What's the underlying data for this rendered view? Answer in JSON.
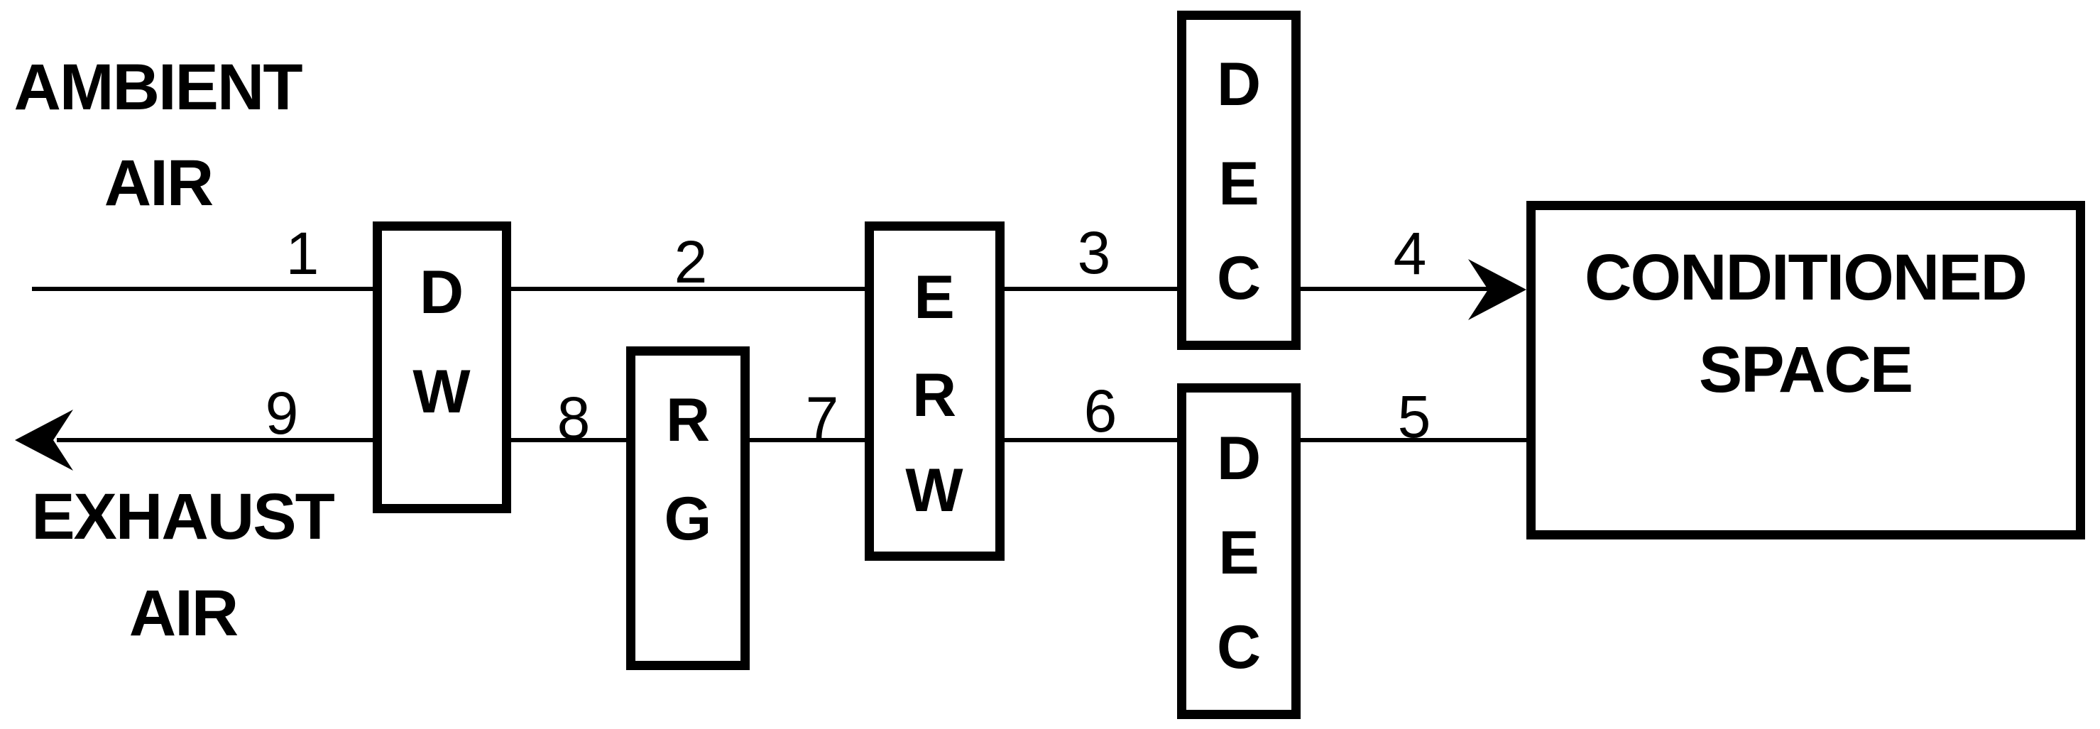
{
  "page": {
    "background": "#ffffff",
    "ink": "#000000"
  },
  "streams": {
    "ambient": {
      "line1": "AMBIENT",
      "line2": "AIR"
    },
    "exhaust": {
      "line1": "EXHAUST",
      "line2": "AIR"
    }
  },
  "components": {
    "dw": {
      "letters": [
        "D",
        "W"
      ]
    },
    "rg": {
      "letters": [
        "R",
        "G"
      ]
    },
    "erw": {
      "letters": [
        "E",
        "R",
        "W"
      ]
    },
    "dec_supply": {
      "letters": [
        "D",
        "E",
        "C"
      ]
    },
    "dec_return": {
      "letters": [
        "D",
        "E",
        "C"
      ]
    },
    "conditioned_space": {
      "line1": "CONDITIONED",
      "line2": "SPACE"
    }
  },
  "state_points": {
    "p1": "1",
    "p2": "2",
    "p3": "3",
    "p4": "4",
    "p5": "5",
    "p6": "6",
    "p7": "7",
    "p8": "8",
    "p9": "9"
  }
}
